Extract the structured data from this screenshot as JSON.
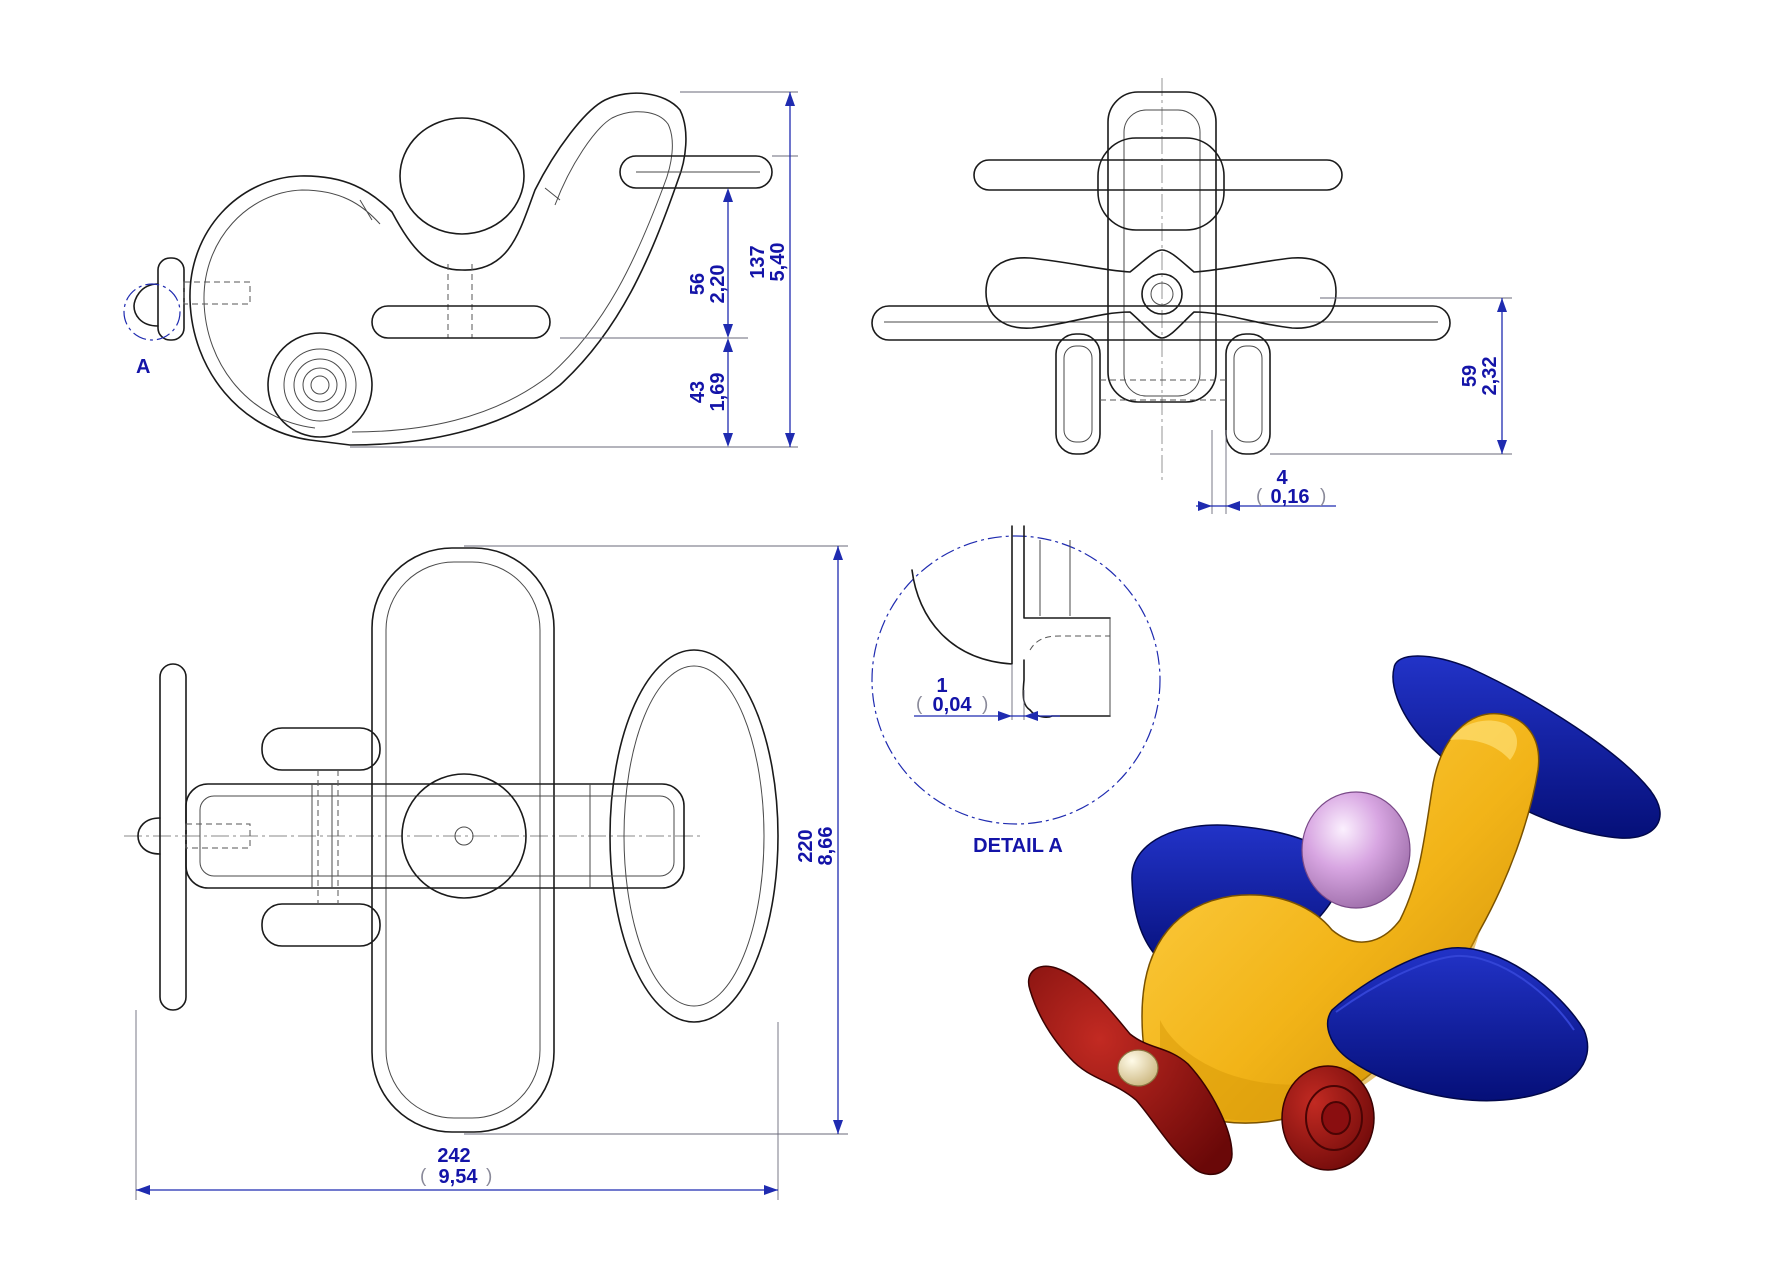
{
  "labels": {
    "detail_marker": "A",
    "detail_title": "DETAIL A"
  },
  "dimensions": {
    "side_cockpit_mm": "56",
    "side_cockpit_in": "2,20",
    "side_total_height_mm": "137",
    "side_total_height_in": "5,40",
    "side_lower_mm": "43",
    "side_lower_in": "1,69",
    "front_wing_height_mm": "59",
    "front_wing_height_in": "2,32",
    "front_offset_mm": "4",
    "front_offset_in": "0,16",
    "top_span_mm": "220",
    "top_span_in": "8,66",
    "top_length_mm": "242",
    "top_length_in": "9,54",
    "detail_gap_mm": "1",
    "detail_gap_in": "0,04"
  },
  "colors": {
    "dimension": "#1414a8",
    "body": "#f2b418",
    "wings": "#0a1a9c",
    "propeller": "#8a0e10",
    "pilot_head": "#d8a6e2",
    "propeller_hub": "#efe2b8"
  }
}
